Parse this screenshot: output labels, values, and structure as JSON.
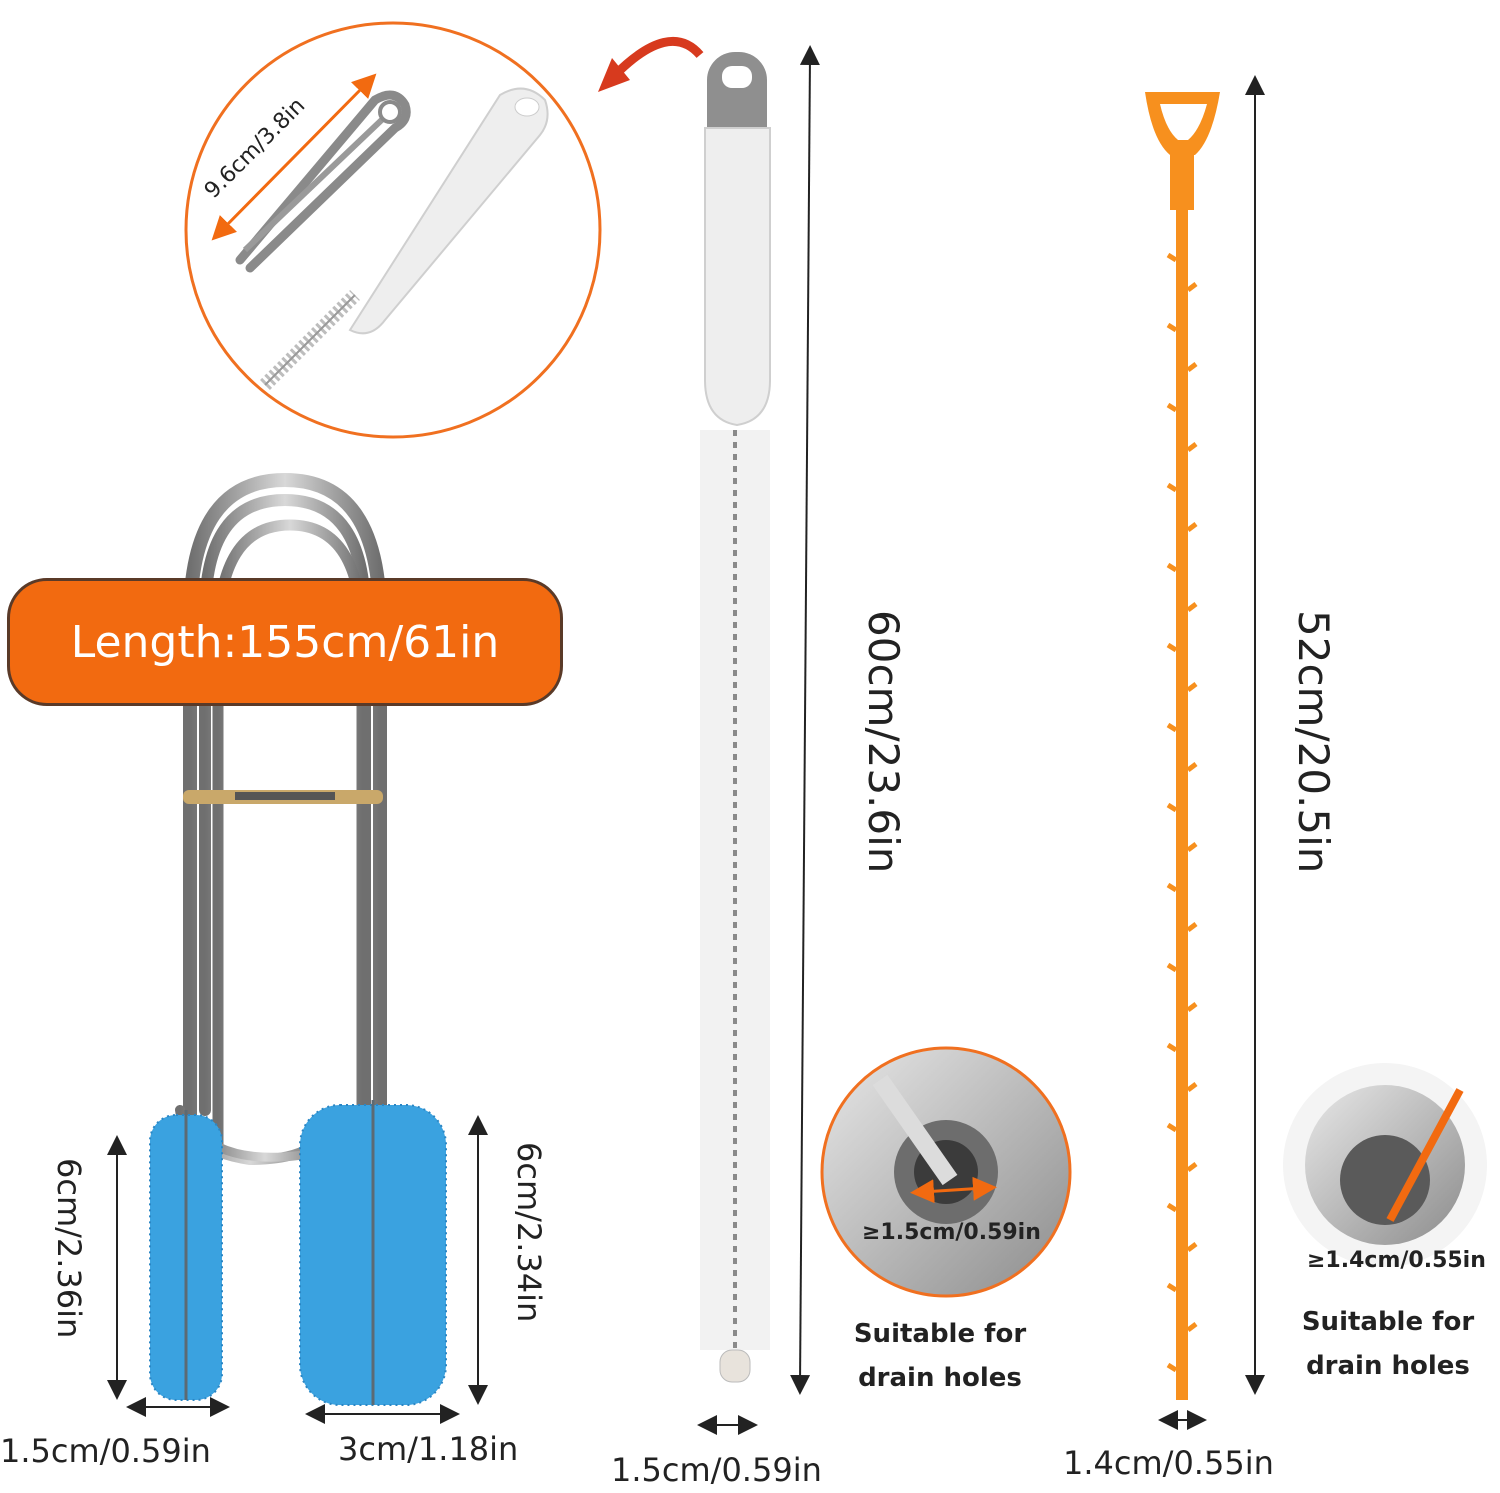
{
  "length_badge": "Length:155cm/61in",
  "inset_dimension": "9.6cm/3.8in",
  "brush_white_length": "60cm/23.6in",
  "hook_orange_length": "52cm/20.5in",
  "small_brush_height": "6cm/2.36in",
  "large_brush_height": "6cm/2.34in",
  "small_brush_width": "1.5cm/0.59in",
  "large_brush_width": "3cm/1.18in",
  "white_brush_width": "1.5cm/0.59in",
  "orange_hook_width": "1.4cm/0.55in",
  "drain_white_min": "≥1.5cm/0.59in",
  "drain_orange_min": "≥1.4cm/0.55in",
  "suitable_white_line1": "Suitable for",
  "suitable_white_line2": "drain holes",
  "suitable_orange_line1": "Suitable for",
  "suitable_orange_line2": "drain holes",
  "colors": {
    "accent_orange": "#f26a10",
    "brush_blue": "#3aa2e0",
    "steel": "#9a9a9a",
    "white_part": "#eeeeee"
  }
}
